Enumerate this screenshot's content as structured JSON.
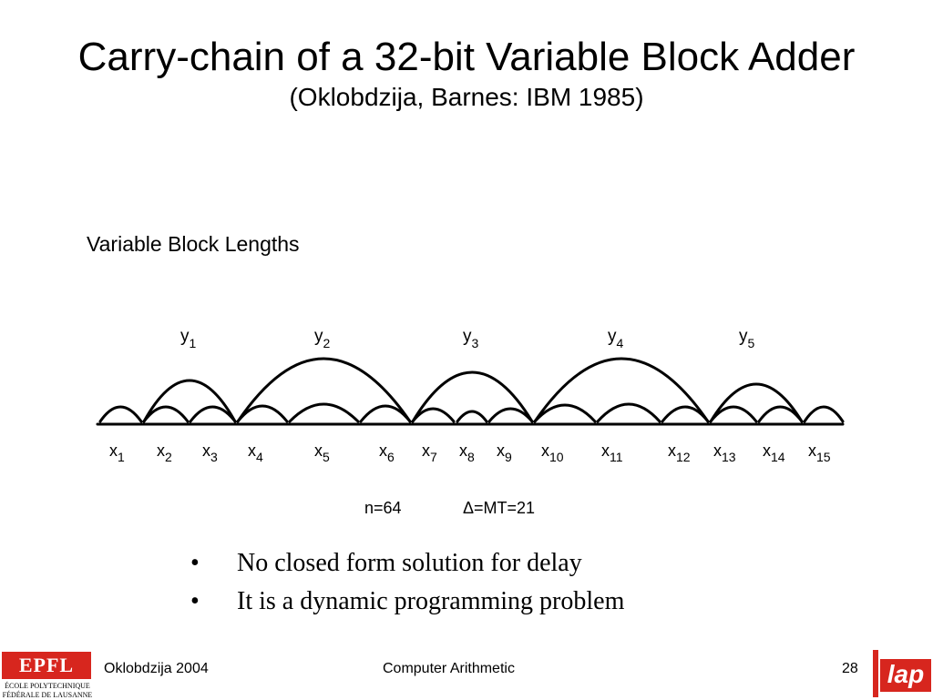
{
  "slide": {
    "title": "Carry-chain of a 32-bit Variable Block Adder",
    "subtitle": "(Oklobdzija, Barnes: IBM 1985)",
    "section_label": "Variable Block Lengths"
  },
  "diagram": {
    "top_labels": [
      {
        "base": "y",
        "sub": "1"
      },
      {
        "base": "y",
        "sub": "2"
      },
      {
        "base": "y",
        "sub": "3"
      },
      {
        "base": "y",
        "sub": "4"
      },
      {
        "base": "y",
        "sub": "5"
      }
    ],
    "bottom_labels": [
      {
        "base": "x",
        "sub": "1"
      },
      {
        "base": "x",
        "sub": "2"
      },
      {
        "base": "x",
        "sub": "3"
      },
      {
        "base": "x",
        "sub": "4"
      },
      {
        "base": "x",
        "sub": "5"
      },
      {
        "base": "x",
        "sub": "6"
      },
      {
        "base": "x",
        "sub": "7"
      },
      {
        "base": "x",
        "sub": "8"
      },
      {
        "base": "x",
        "sub": "9"
      },
      {
        "base": "x",
        "sub": "10"
      },
      {
        "base": "x",
        "sub": "11"
      },
      {
        "base": "x",
        "sub": "12"
      },
      {
        "base": "x",
        "sub": "13"
      },
      {
        "base": "x",
        "sub": "14"
      },
      {
        "base": "x",
        "sub": "15"
      }
    ],
    "params": {
      "n": "n=64",
      "delta": "Δ=MT=21"
    }
  },
  "bullets": [
    {
      "marker": "•",
      "text": "No closed form solution for delay"
    },
    {
      "marker": "•",
      "text": "It is a dynamic programming problem"
    }
  ],
  "footer": {
    "epfl_mark": "EPFL",
    "epfl_line1": "ÉCOLE POLYTECHNIQUE",
    "epfl_line2": "FÉDÉRALE DE LAUSANNE",
    "author": "Oklobdzija 2004",
    "course": "Computer Arithmetic",
    "page": "28",
    "lap_mark": "lap"
  }
}
